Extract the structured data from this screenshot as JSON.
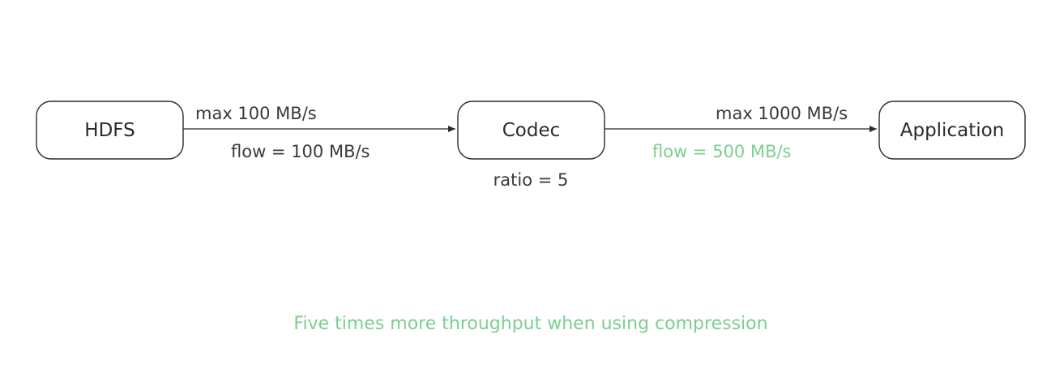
{
  "diagram": {
    "nodes": {
      "hdfs": {
        "label": "HDFS"
      },
      "codec": {
        "label": "Codec",
        "note": "ratio = 5"
      },
      "application": {
        "label": "Application"
      }
    },
    "edges": {
      "hdfs_to_codec": {
        "max_label": "max 100 MB/s",
        "flow_label": "flow = 100 MB/s"
      },
      "codec_to_application": {
        "max_label": "max 1000 MB/s",
        "flow_label": "flow = 500 MB/s"
      }
    },
    "caption": "Five times more throughput when using compression",
    "colors": {
      "stroke": "#2b2b2b",
      "text": "#3a3a3a",
      "accent": "#7ccf8f"
    }
  }
}
